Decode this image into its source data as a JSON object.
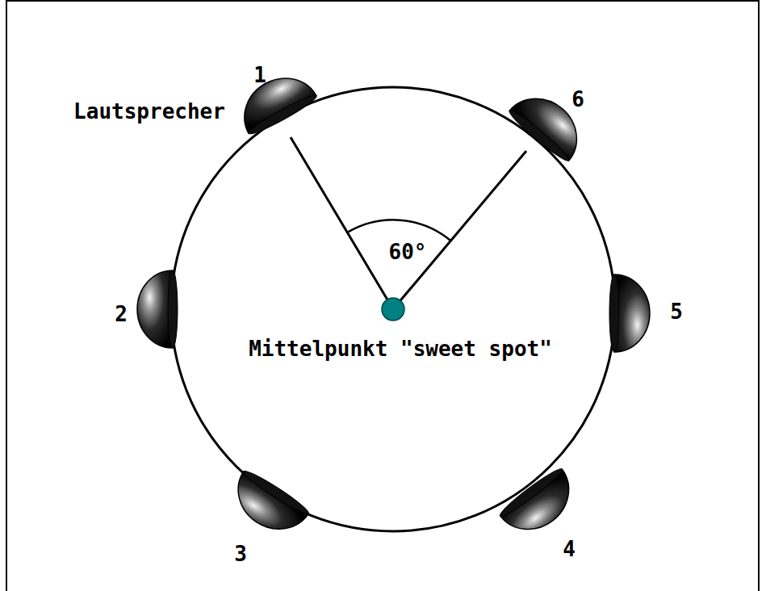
{
  "diagram": {
    "labels": [
      "Lautsprecher",
      "1",
      "6",
      "2",
      "5",
      "60°",
      "Mittelpunkt \"sweet spot\"",
      "3",
      "4"
    ]
  }
}
